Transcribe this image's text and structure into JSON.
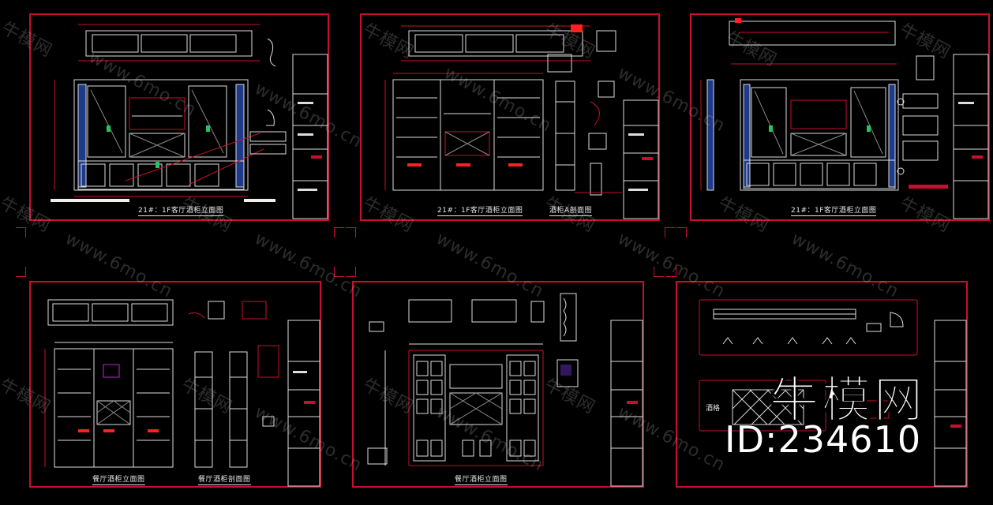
{
  "sheets": [
    {
      "title": "21#：1F客厅酒柜立面图"
    },
    {
      "title": "21#：1F客厅酒柜立面图",
      "title2": "酒柜A剖面图"
    },
    {
      "title": "21#：1F客厅酒柜立面图"
    },
    {
      "title": "餐厅酒柜立面图",
      "title2": "餐厅酒柜剖面图"
    },
    {
      "title": "餐厅酒柜立面图"
    },
    {
      "title": "",
      "label": "酒格"
    }
  ],
  "watermark": {
    "brand": "牛模网",
    "url": "www.6mo.cn",
    "id_text": "ID:234610"
  },
  "colors": {
    "frame": "#c8102e",
    "line": "#e6e6e6",
    "accent": "#ff2020",
    "green": "#22c55e",
    "blue": "#3b5bdb"
  }
}
